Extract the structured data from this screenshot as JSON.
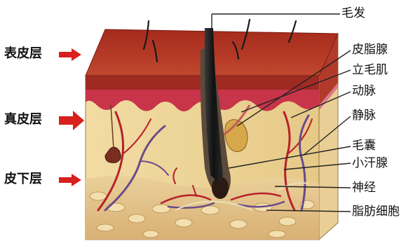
{
  "layer_labels": [
    "表皮层",
    "真皮层",
    "皮下层"
  ],
  "structure_labels": [
    "毛发",
    "皮脂腺",
    "立毛肌",
    "动脉",
    "静脉",
    "毛囊",
    "小汗腺",
    "神经",
    "脂肪细胞"
  ],
  "colors": {
    "arrow": "#d8201c",
    "epidermis": "#c0303a",
    "dermis": "#f0d9a0",
    "subcutis": "#e8c98a",
    "artery": "#b8202a",
    "vein": "#6a4a8a",
    "hair": "#1a1a1a"
  }
}
